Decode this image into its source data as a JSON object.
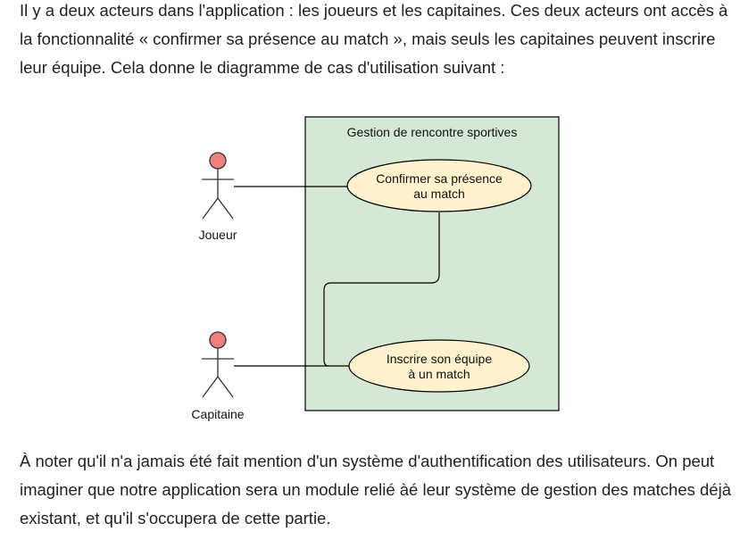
{
  "intro_text": "Il y a deux acteurs dans l'application : les joueurs et les capitaines. Ces deux acteurs ont accès à la fonctionnalité « confirmer sa présence au match », mais seuls les capitaines peuvent inscrire leur équipe. Cela donne le diagramme de cas d'utilisation suivant :",
  "diagram": {
    "system_title": "Gestion de rencontre sportives",
    "actors": [
      {
        "name": "Joueur"
      },
      {
        "name": "Capitaine"
      }
    ],
    "use_cases": [
      {
        "line1": "Confirmer sa présence",
        "line2": "au match"
      },
      {
        "line1": "Inscrire son équipe",
        "line2": "à un match"
      }
    ],
    "colors": {
      "system_fill": "#d5e8d4",
      "use_case_fill": "#fff2cc",
      "actor_head": "#f08080",
      "stroke": "#000000"
    }
  },
  "outro_text": "À noter qu'il n'a jamais été fait mention d'un système d'authentification des utilisateurs. On peut imaginer que notre application sera un module relié àé leur système de gestion des matches déjà existant, et qu'il s'occupera de cette partie."
}
